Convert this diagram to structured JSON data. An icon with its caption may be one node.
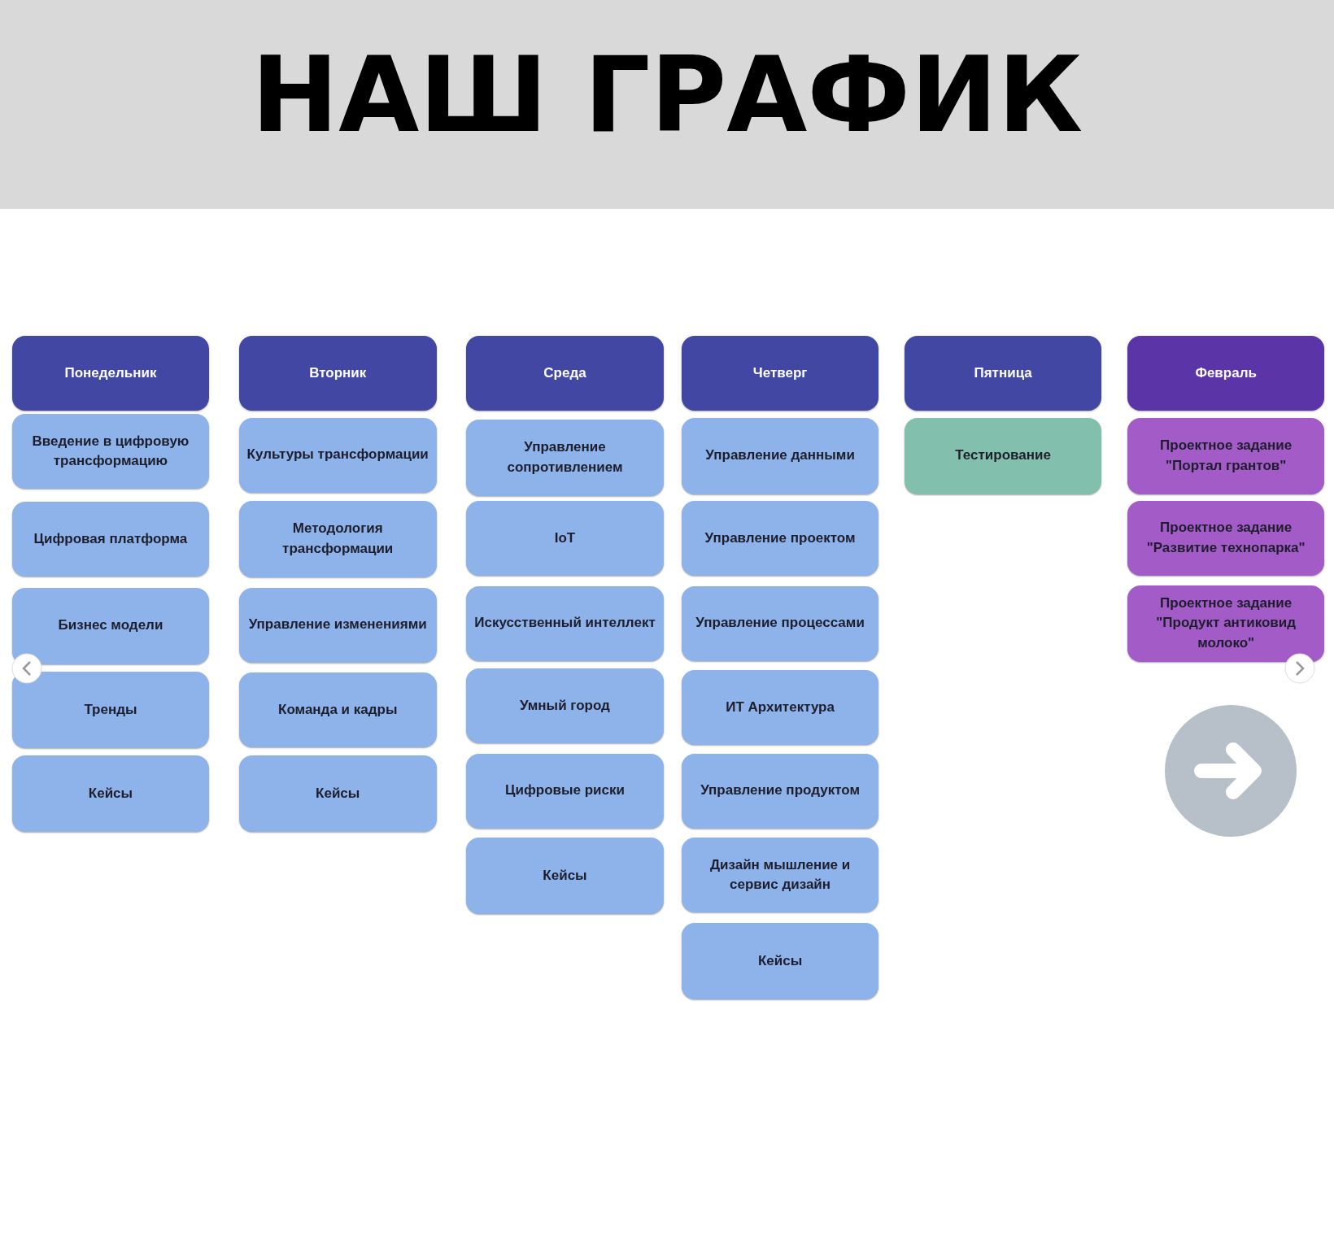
{
  "diagram": {
    "title": "НАШ ГРАФИК",
    "nodes": [
      {
        "text": [
          "Понедельник"
        ]
      },
      {
        "text": [
          "Введение в цифровую трансформацию"
        ]
      },
      {
        "text": [
          "Цифровая платформа"
        ]
      },
      {
        "text": [
          "Бизнес модели"
        ]
      },
      {
        "text": [
          "Тренды"
        ]
      },
      {
        "text": [
          "Кейсы"
        ]
      },
      {
        "text": [
          "Вторник"
        ]
      },
      {
        "text": [
          "Культуры трансформации"
        ]
      },
      {
        "text": [
          "Методология трансформации"
        ]
      },
      {
        "text": [
          "Управление изменениями"
        ]
      },
      {
        "text": [
          "Команда и кадры"
        ]
      },
      {
        "text": [
          "Кейсы"
        ]
      },
      {
        "text": [
          "Среда"
        ]
      },
      {
        "text": [
          "Управление сопротивлением"
        ]
      },
      {
        "text": [
          "IoT"
        ]
      },
      {
        "text": [
          "Искусственный интеллект"
        ]
      },
      {
        "text": [
          "Умный город"
        ]
      },
      {
        "text": [
          "Цифровые риски"
        ]
      },
      {
        "text": [
          "Кейсы"
        ]
      },
      {
        "text": [
          "Четверг"
        ]
      },
      {
        "text": [
          "Управление данными"
        ]
      },
      {
        "text": [
          "Управление проектом"
        ]
      },
      {
        "text": [
          "Управление процессами"
        ]
      },
      {
        "text": [
          "ИТ Архитектура"
        ]
      },
      {
        "text": [
          "Управление продуктом"
        ]
      },
      {
        "text": [
          "Дизайн мышление и сервис дизайн"
        ]
      },
      {
        "text": [
          "Кейсы"
        ]
      },
      {
        "text": [
          "Пятница"
        ]
      },
      {
        "text": [
          "Тестирование"
        ]
      },
      {
        "text": [
          "Февраль"
        ]
      },
      {
        "text": [
          "Проектное задание \"Портал грантов\""
        ]
      },
      {
        "text": [
          "Проектное задание \"Развитие технопарка\""
        ]
      },
      {
        "text": [
          "Проектное задание \"Продукт антиковид молоко\""
        ]
      }
    ]
  }
}
